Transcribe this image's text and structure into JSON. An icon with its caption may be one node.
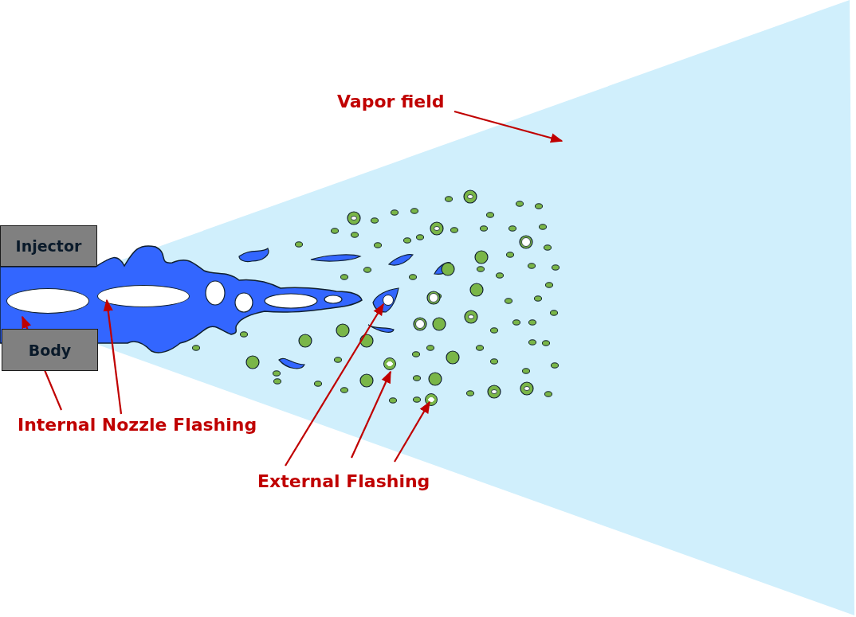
{
  "diagram": {
    "nodes": [
      {
        "text": [
          "Vapor field"
        ]
      },
      {
        "text": [],
        "shape": "triangle"
      },
      {
        "text": [
          "Injector"
        ]
      },
      {
        "text": [
          "Body"
        ]
      },
      {
        "text": [],
        "shape": "ellipse"
      },
      {
        "text": [],
        "shape": "ellipse",
        "in": 1
      },
      {
        "text": [
          "Internal Nozzle Flashing"
        ]
      },
      {
        "text": [],
        "shape": "circle",
        "in": 1
      },
      {
        "text": [],
        "shape": "circle",
        "in": 1
      },
      {
        "text": [],
        "shape": "circle",
        "in": 1
      },
      {
        "text": [
          "External Flashing"
        ]
      }
    ],
    "edges": [
      {
        "from": 0,
        "to": 1,
        "arrow": "to"
      },
      {
        "from": 6,
        "to": 4,
        "arrow": "to"
      },
      {
        "from": 6,
        "to": 5,
        "arrow": "to"
      },
      {
        "from": 10,
        "to": 7,
        "arrow": "to"
      },
      {
        "from": 10,
        "to": 8,
        "arrow": "to"
      },
      {
        "from": 10,
        "to": 9,
        "arrow": "to"
      }
    ]
  }
}
